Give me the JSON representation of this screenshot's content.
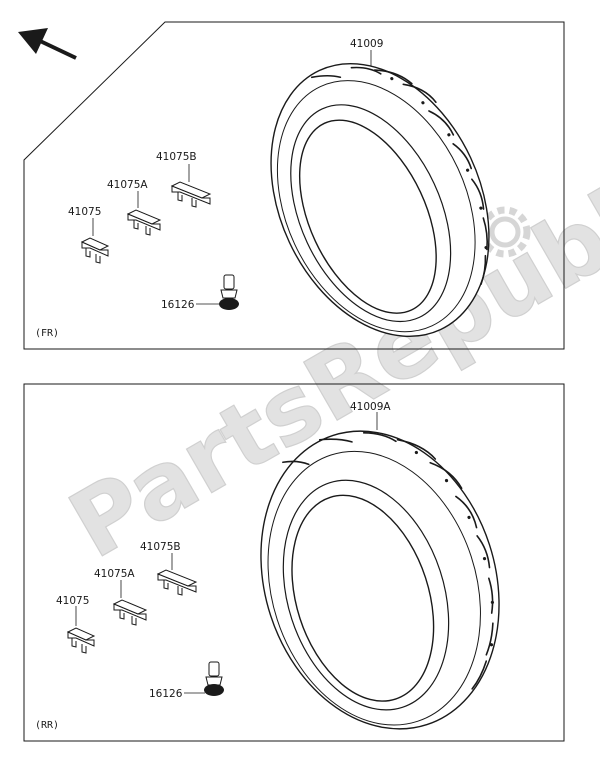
{
  "watermark": {
    "text": "PartsRepublik"
  },
  "front_panel": {
    "tag": "(FR)",
    "labels": {
      "tire": "41009",
      "weight_b": "41075B",
      "weight_a": "41075A",
      "weight": "41075",
      "valve": "16126"
    }
  },
  "rear_panel": {
    "tag": "(RR)",
    "labels": {
      "tire": "41009A",
      "weight_b": "41075B",
      "weight_a": "41075A",
      "weight": "41075",
      "valve": "16126"
    }
  },
  "colors": {
    "line": "#1a1a1a",
    "watermark": "#e2e2e2"
  },
  "icons": {
    "direction": "arrow-up-left-icon",
    "watermark_gear": "gear-icon"
  }
}
